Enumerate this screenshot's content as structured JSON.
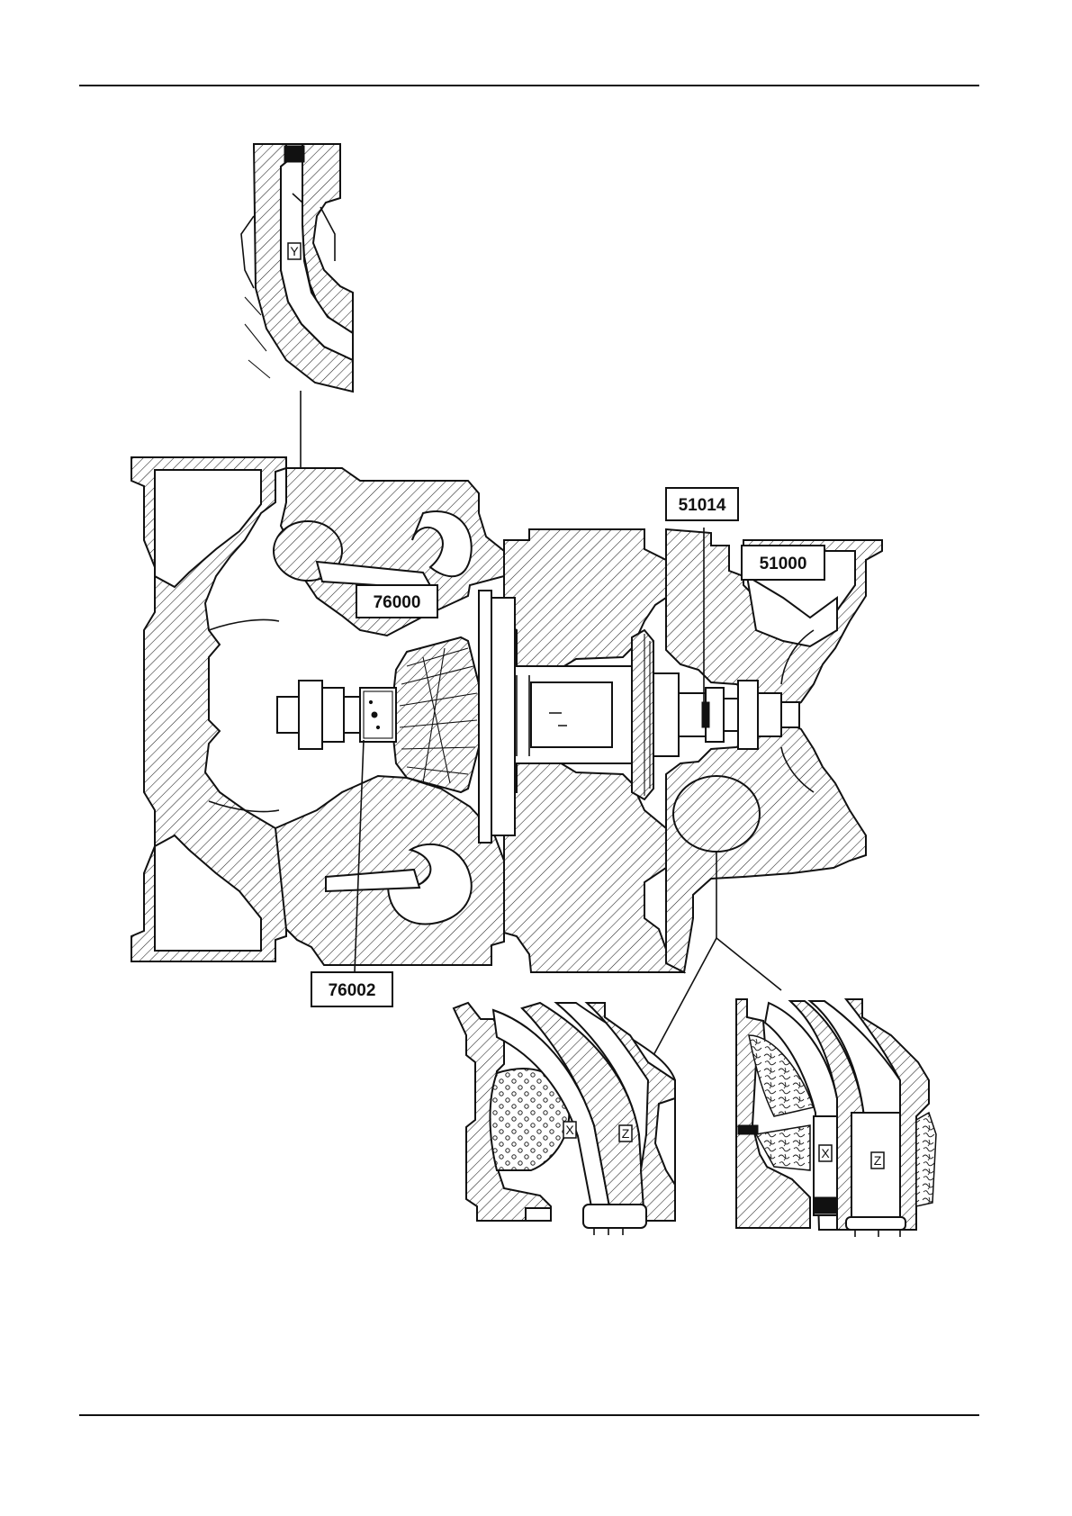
{
  "callouts": {
    "c51014": "51014",
    "c51000": "51000",
    "c76000": "76000",
    "c76002": "76002"
  },
  "detail_tags": {
    "y": "Y",
    "x_left": "X",
    "z_left": "Z",
    "x_right": "X",
    "z_right": "Z"
  }
}
